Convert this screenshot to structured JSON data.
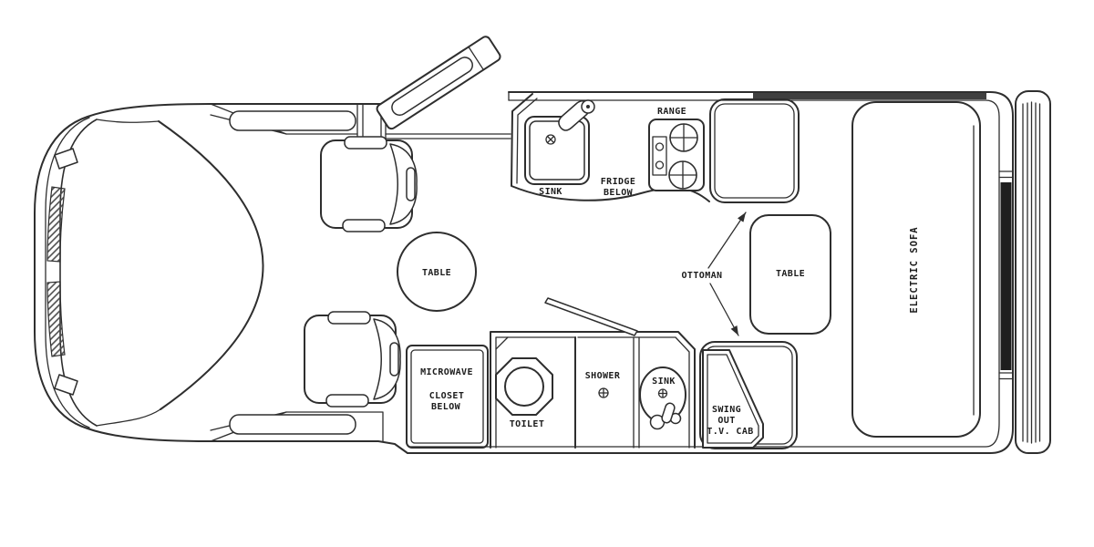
{
  "title": "RV floor plan diagram",
  "colors": {
    "background": "#ffffff",
    "line": "#2e2e2e",
    "wall_fill": "#3f3f3f",
    "text": "#1c1c1c"
  },
  "labels": {
    "range": "RANGE",
    "kitchen_sink": "SINK",
    "fridge_line1": "FRIDGE",
    "fridge_line2": "BELOW",
    "ottoman": "OTTOMAN",
    "dinette_table": "TABLE",
    "round_table": "TABLE",
    "electric_sofa": "ELECTRIC SOFA",
    "microwave": "MICROWAVE",
    "closet_line1": "CLOSET",
    "closet_line2": "BELOW",
    "toilet": "TOILET",
    "shower": "SHOWER",
    "bath_sink": "SINK",
    "tv_cab_line1": "SWING",
    "tv_cab_line2": "OUT",
    "tv_cab_line3": "T.V. CAB"
  }
}
